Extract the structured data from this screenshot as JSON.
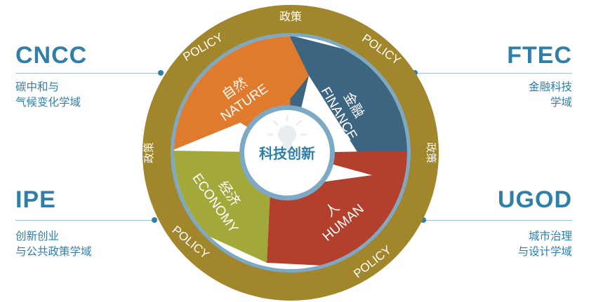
{
  "left_top": {
    "title": "CNCC",
    "desc_line1": "碳中和与",
    "desc_line2": "气候变化学域"
  },
  "left_bottom": {
    "title": "IPE",
    "desc_line1": "创新创业",
    "desc_line2": "与公共政策学域"
  },
  "right_top": {
    "title": "FTEC",
    "desc_line1": "金融科技",
    "desc_line2": "学域"
  },
  "right_bottom": {
    "title": "UGOD",
    "desc_line1": "城市治理",
    "desc_line2": "与设计学域"
  },
  "ring": {
    "policy_cn": "政策",
    "policy_en": "POLICY"
  },
  "center": {
    "label": "科技创新",
    "icon": "lightbulb-icon"
  },
  "segments": {
    "nature": {
      "cn": "自然",
      "en": "NATURE",
      "color": "#e07a2c"
    },
    "finance": {
      "cn": "金融",
      "en": "FINANCE",
      "color": "#3b6580"
    },
    "human": {
      "cn": "人",
      "en": "HUMAN",
      "color": "#b3402c"
    },
    "economy": {
      "cn": "经济",
      "en": "ECONOMY",
      "color": "#a3a83a"
    }
  },
  "colors": {
    "accent": "#2f7fa8",
    "ring": "#a2862c",
    "ring_border": "#7ea9c4"
  }
}
